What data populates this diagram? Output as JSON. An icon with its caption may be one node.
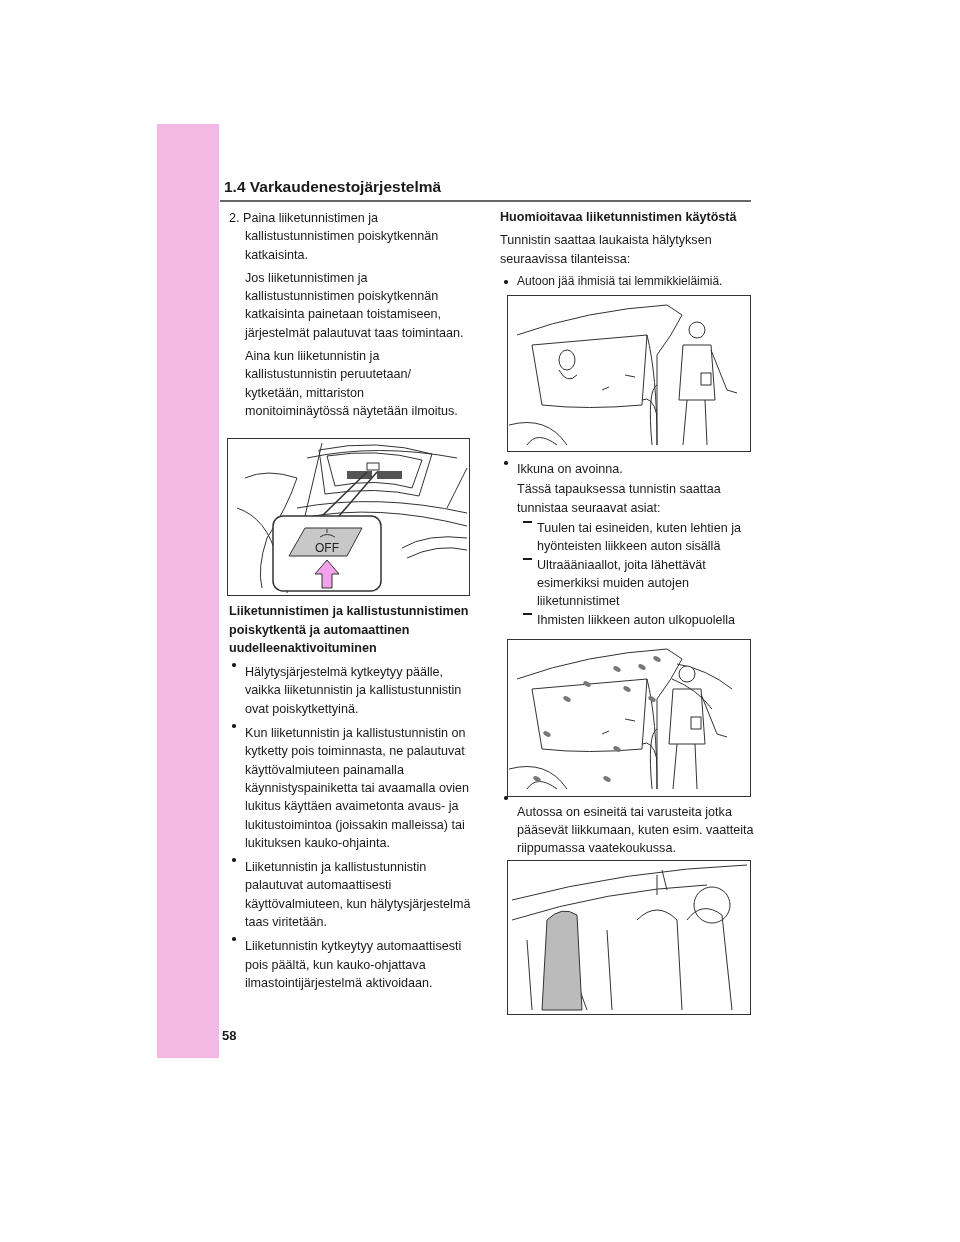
{
  "diagram": {
    "title": "1.4 Varkaudenestojärjestelmä",
    "labels": [
      "2. Paina liiketunnistimen ja kallistustunnistimen poiskytkennän katkaisinta.",
      "Jos liiketunnistimen ja kallistustunnistimen poiskytkennän katkaisinta painetaan toistamiseen, järjestelmät palautuvat taas toimintaan.",
      "Aina kun liiketunnistin ja kallistustunnistin peruutetaan/ kytketään, mittariston monitoiminäytössä näytetään ilmoitus.",
      "OFF",
      "Liiketunnistimen ja kallistustunnistimen poiskytkentä ja automaattinen uudelleenaktivoituminen",
      "Hälytysjärjestelmä kytkeytyy päälle, vaikka liiketunnistin ja kallistustunnistin ovat poiskytkettyinä.",
      "Kun liiketunnistin ja kallistustunnistin on kytketty pois toiminnasta, ne palautuvat käyttövalmiuteen painamalla käynnistyspainiketta tai avaamalla ovien lukitus käyttäen avaimetonta avaus- ja lukitustoimintoa (joissakin malleissa) tai lukituksen kauko-ohjainta.",
      "Liiketunnistin ja kallistustunnistin palautuvat automaattisesti käyttövalmiuteen, kun hälytysjärjestelmä taas viritetään.",
      "Liiketunnistin kytkeytyy automaattisesti pois päältä, kun kauko-ohjattava ilmastointijärjestelmä aktivoidaan.",
      "Huomioitavaa liiketunnistimen käytöstä",
      "Tunnistin saattaa laukaista hälytyksen seuraavissa tilanteissa:",
      "Autoon jää ihmisiä tai lemmikkieläimiä.",
      "Ikkuna on avoinna.",
      "Tässä tapauksessa tunnistin saattaa tunnistaa seuraavat asiat:",
      "Tuulen tai esineiden, kuten lehtien ja hyönteisten liikkeen auton sisällä",
      "Ultraääniaallot, joita lähettävät esimerkiksi muiden autojen liiketunnistimet",
      "Ihmisten liikkeen auton ulkopuolella",
      "Autossa on esineitä tai varusteita jotka pääsevät liikkumaan, kuten esim. vaatteita riippumassa vaatekoukussa.",
      "58"
    ]
  }
}
